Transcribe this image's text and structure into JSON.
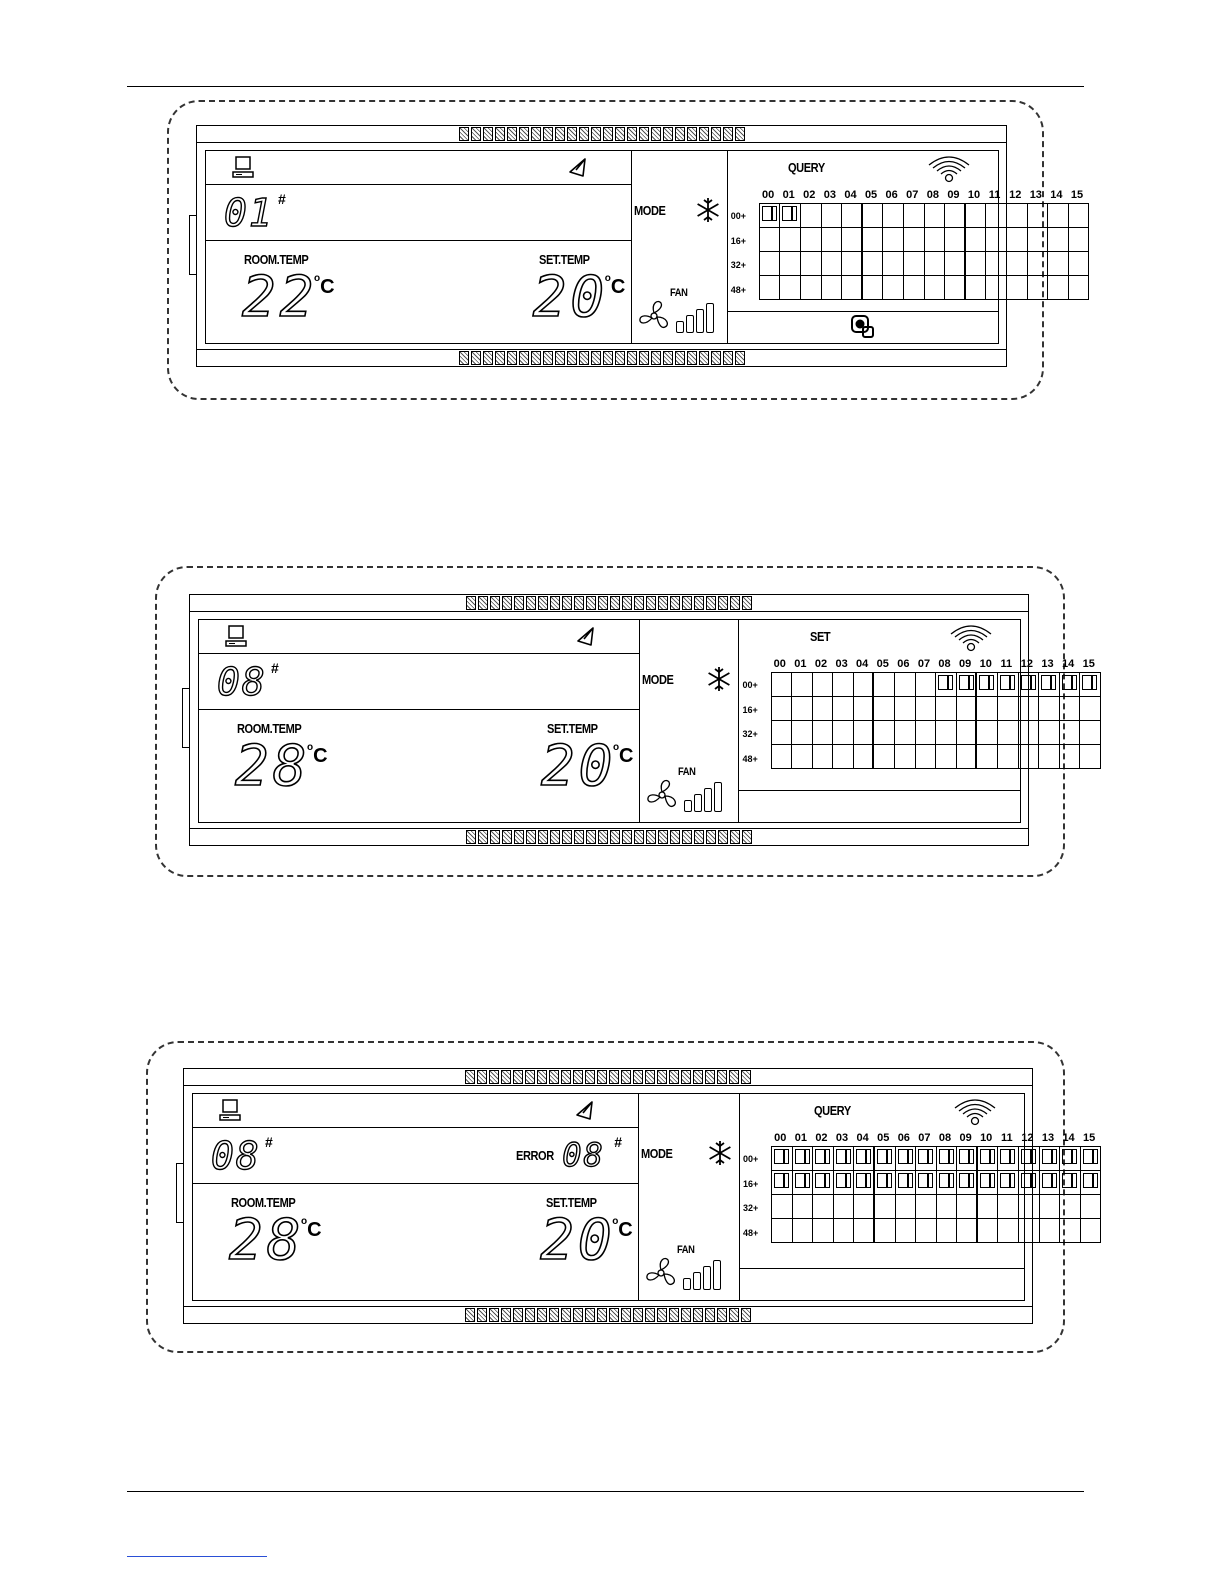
{
  "panels": [
    {
      "id": "query-panel",
      "unit_no": "01",
      "room_temp": "22",
      "set_temp": "20",
      "mode_label": "MODE",
      "fan_label": "FAN",
      "room_label": "ROOM.TEMP",
      "set_label": "SET.TEMP",
      "status_label": "QUERY",
      "hash": "#",
      "degc": "C",
      "show_error": false,
      "show_bottom_icon": true,
      "active_cells": [
        0,
        1
      ]
    },
    {
      "id": "set-panel",
      "unit_no": "08",
      "room_temp": "28",
      "set_temp": "20",
      "mode_label": "MODE",
      "fan_label": "FAN",
      "room_label": "ROOM.TEMP",
      "set_label": "SET.TEMP",
      "status_label": "SET",
      "hash": "#",
      "degc": "C",
      "show_error": false,
      "show_bottom_icon": false,
      "active_cells": [
        8,
        9,
        10,
        11,
        12,
        13,
        14,
        15
      ]
    },
    {
      "id": "error-panel",
      "unit_no": "08",
      "room_temp": "28",
      "set_temp": "20",
      "mode_label": "MODE",
      "fan_label": "FAN",
      "room_label": "ROOM.TEMP",
      "set_label": "SET.TEMP",
      "status_label": "QUERY",
      "hash": "#",
      "degc": "C",
      "show_error": true,
      "error_label": "ERROR",
      "error_code": "08",
      "show_bottom_icon": false,
      "active_cells": [
        0,
        1,
        2,
        3,
        4,
        5,
        6,
        7,
        8,
        9,
        10,
        11,
        12,
        13,
        14,
        15,
        16,
        17,
        18,
        19,
        20,
        21,
        22,
        23,
        24,
        25,
        26,
        27,
        28,
        29,
        30,
        31
      ]
    }
  ],
  "grid": {
    "columns": [
      "00",
      "01",
      "02",
      "03",
      "04",
      "05",
      "06",
      "07",
      "08",
      "09",
      "10",
      "11",
      "12",
      "13",
      "14",
      "15"
    ],
    "rows": [
      "00+",
      "16+",
      "32+",
      "48+"
    ]
  },
  "icons": {
    "pc": "computer-icon",
    "swing": "swing-icon",
    "mode": "snowflake-icon",
    "fan": "fan-icon",
    "signal": "signal-icon",
    "lock": "lock-icon"
  }
}
